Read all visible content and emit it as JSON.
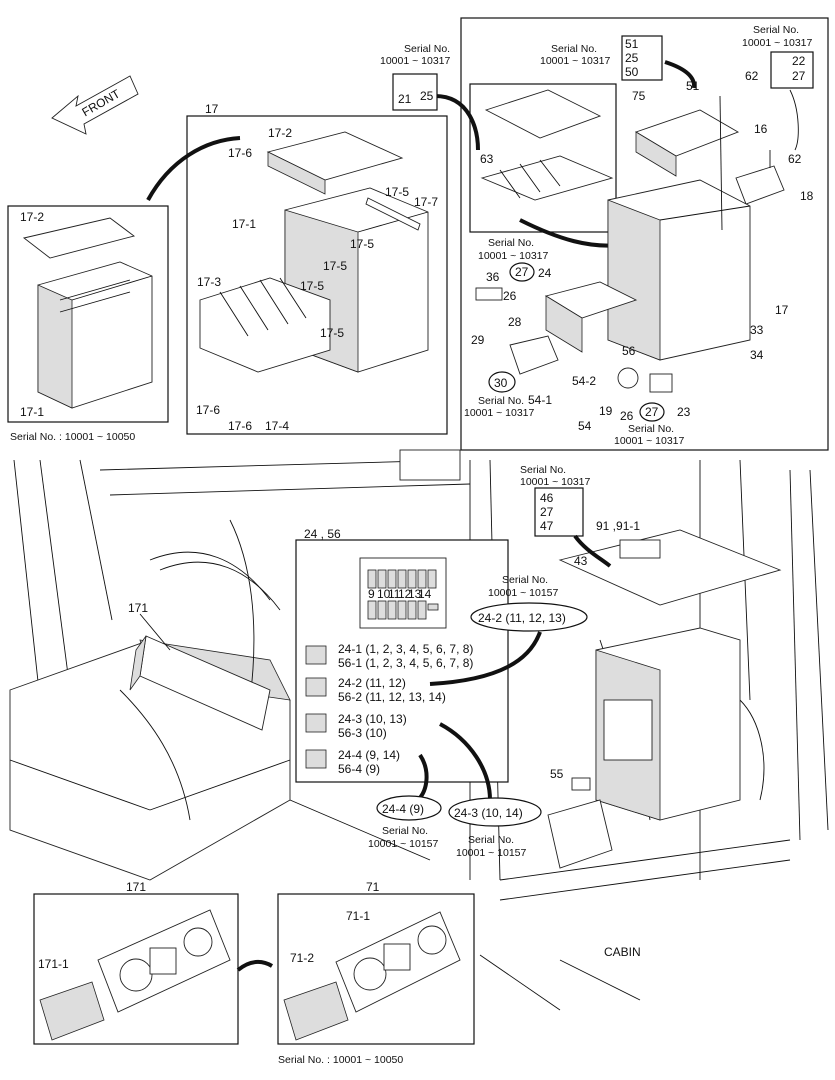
{
  "front": "FRONT",
  "cabin": "CABIN",
  "group17": {
    "title": "17",
    "labels": [
      "17-2",
      "17-6",
      "17-1",
      "17-5",
      "17-7",
      "17-5",
      "17-5",
      "17-3",
      "17-5",
      "17-5",
      "17-6",
      "17-6",
      "17-4"
    ],
    "inset_labels": [
      "17-2",
      "17-1"
    ],
    "serial": "Serial No. : 10001 ~ 10050"
  },
  "serials": {
    "s21": "Serial No.",
    "s21_range": "10001 ~ 10317",
    "s51": "Serial No.",
    "s51_range": "10001 ~ 10317",
    "s22": "Serial No.",
    "s22_range": "10001 ~ 10317",
    "s27a": "Serial No.",
    "s27a_range": "10001 ~ 10317",
    "s30": "Serial No.",
    "s30_range": "10001 ~ 10317",
    "s27b": "Serial No.",
    "s27b_range": "10001 ~ 10317",
    "s46": "Serial No.",
    "s46_range": "10001 ~ 10317",
    "s242": "Serial No.",
    "s242_range": "10001 ~ 10157",
    "s244": "Serial No.",
    "s244_range": "10001 ~ 10157",
    "s243": "Serial No.",
    "s243_range": "10001 ~ 10157",
    "s171": "Serial No. : 10001 ~ 10050"
  },
  "parts": {
    "p21": "21",
    "p25": "25",
    "p51": "51",
    "p25b": "25",
    "p50": "50",
    "p22": "22",
    "p27": "27",
    "p51b": "51",
    "p62": "62",
    "p62b": "62",
    "p75": "75",
    "p16": "16",
    "p18": "18",
    "p63": "63",
    "p17": "17",
    "p36": "36",
    "p27c": "27",
    "p24": "24",
    "p26": "26",
    "p28": "28",
    "p29": "29",
    "p56": "56",
    "p33": "33",
    "p34": "34",
    "p30": "30",
    "p541": "54-1",
    "p542": "54-2",
    "p54": "54",
    "p19": "19",
    "p26b": "26",
    "p27d": "27",
    "p23": "23",
    "p46": "46",
    "p27e": "27",
    "p47": "47",
    "p43": "43",
    "p91": "91 ,91-1",
    "p55": "55",
    "p171": "171"
  },
  "fuse_box": {
    "title": "24 , 56",
    "slot_numbers": [
      "9",
      "10",
      "11",
      "12",
      "13",
      "14"
    ],
    "rows": [
      {
        "a": "24-1  (1, 2, 3, 4, 5, 6, 7, 8)",
        "b": "56-1  (1, 2, 3, 4, 5, 6, 7, 8)"
      },
      {
        "a": "24-2  (11, 12)",
        "b": "56-2  (11, 12, 13, 14)"
      },
      {
        "a": "24-3  (10, 13)",
        "b": "56-3  (10)"
      },
      {
        "a": "24-4  (9, 14)",
        "b": "56-4  (9)"
      }
    ],
    "callout_242": "24-2  (11, 12, 13)",
    "callout_244": "24-4  (9)",
    "callout_243": "24-3  (10, 14)"
  },
  "gauge171": {
    "title": "171",
    "label": "171-1"
  },
  "gauge71": {
    "title": "71",
    "label1": "71-1",
    "label2": "71-2"
  }
}
